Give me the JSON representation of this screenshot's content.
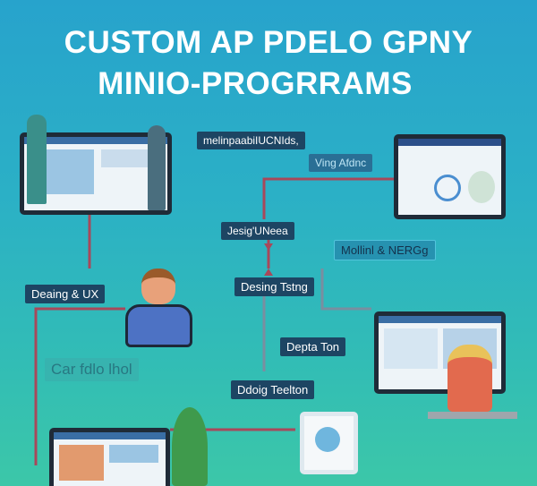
{
  "title": {
    "line1": "CUSTOM AP PDELO GPNY",
    "line2": "MINIO-PROGRRAMS"
  },
  "labels": {
    "top": "melinpaabiIUCNIds,",
    "ving": "Ving Afdnc",
    "design_need": "Jesig'UNeea",
    "mollinl": "Mollinl & NERGg",
    "design_ux": "Deaing & UX",
    "testing": "Desing Tstng",
    "depta": "Depta Ton",
    "faded": "Car fdlo lhol",
    "ddoig": "Ddoig Teelton"
  },
  "colors": {
    "line": "#b0485a",
    "label_bg": "#1d4563"
  }
}
